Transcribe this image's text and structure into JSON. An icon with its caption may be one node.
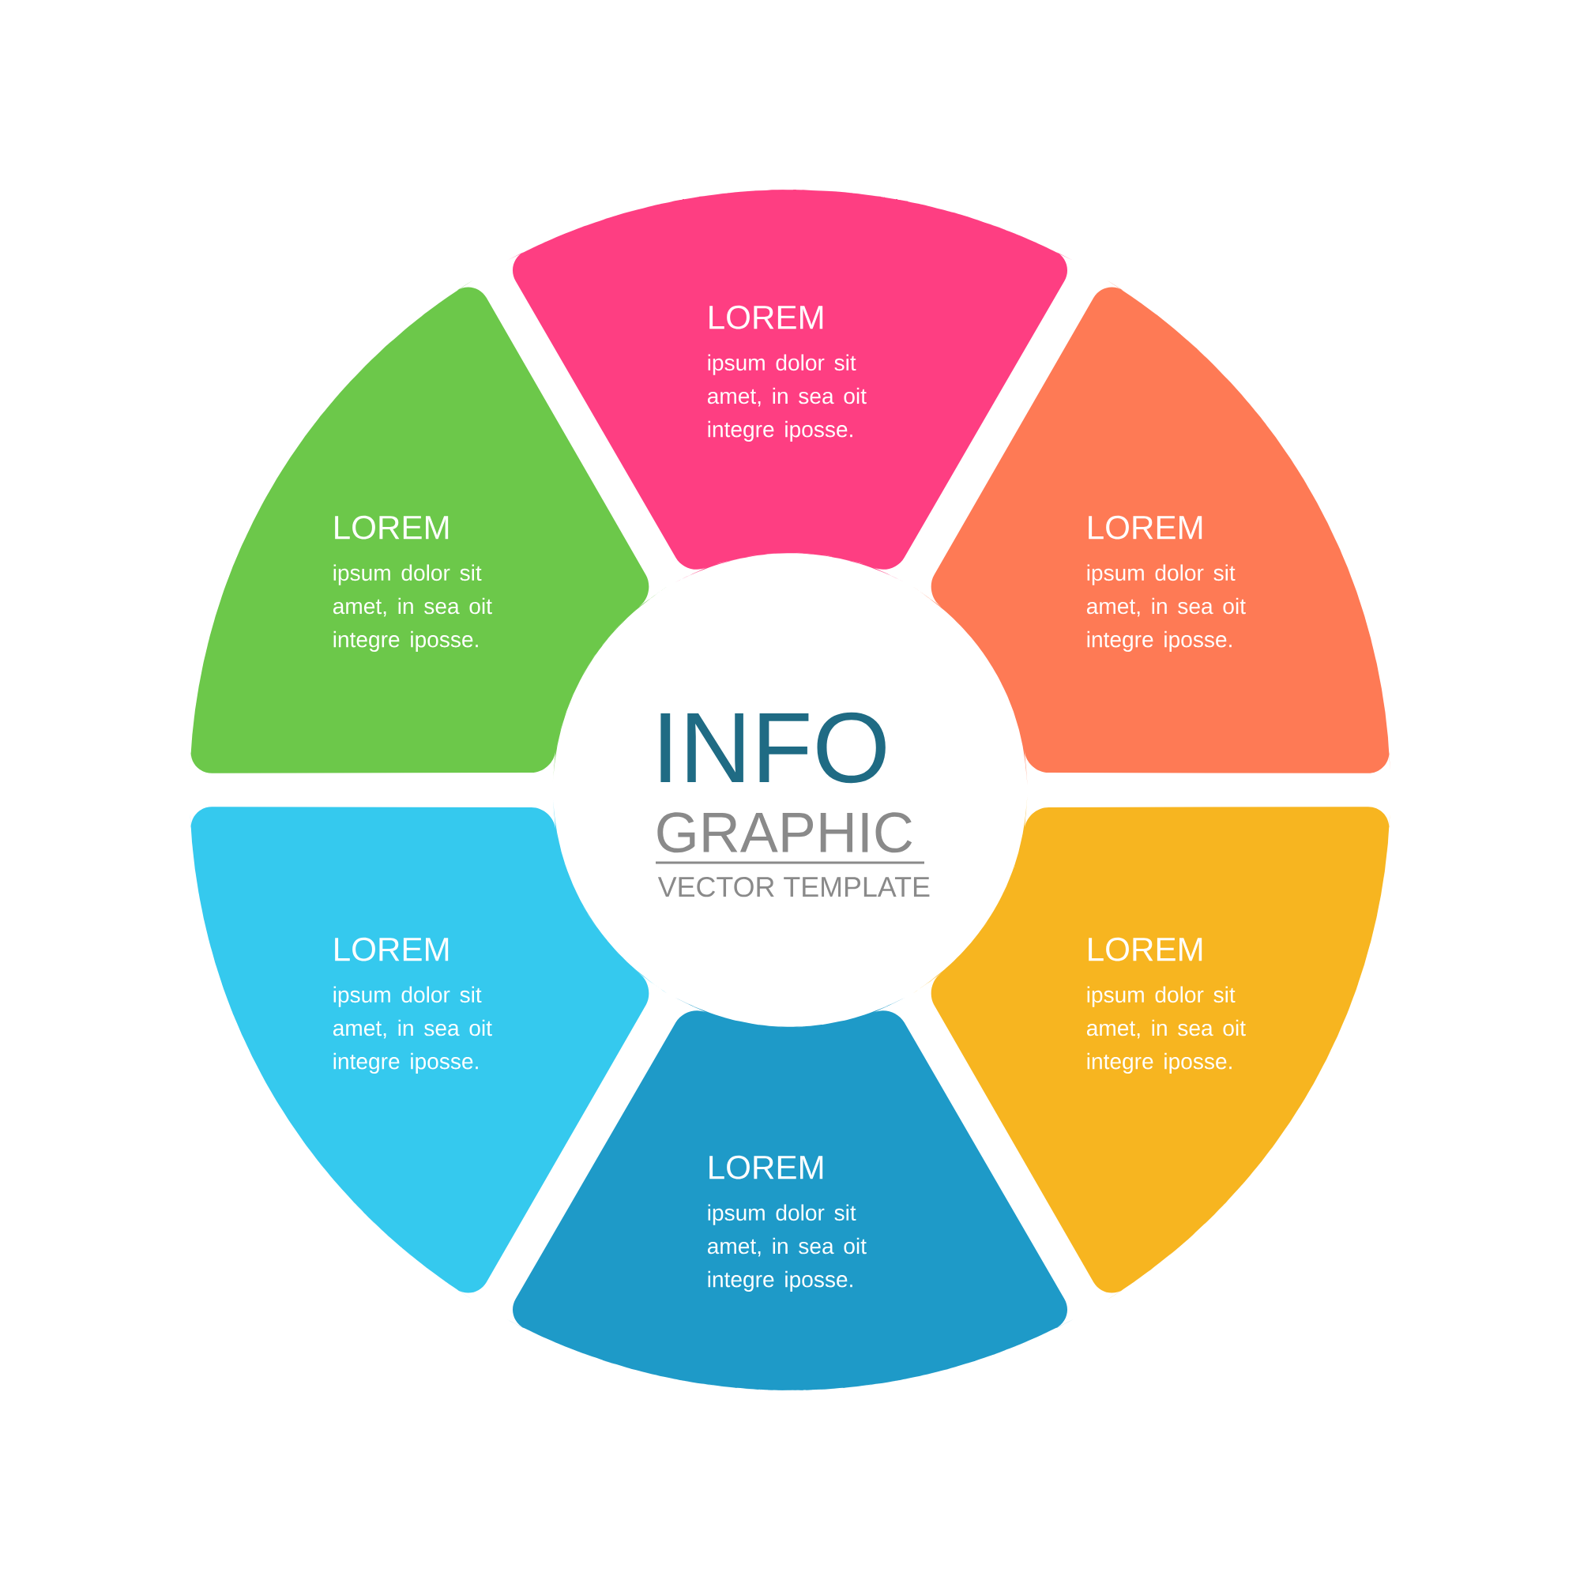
{
  "diagram": {
    "nodes": [
      {
        "text": [
          "LOREM",
          "ipsum dolor sit amet, in sea oit integre iposse."
        ]
      },
      {
        "text": [
          "LOREM",
          "ipsum dolor sit amet, in sea oit integre iposse."
        ]
      },
      {
        "text": [
          "LOREM",
          "ipsum dolor sit amet, in sea oit integre iposse."
        ]
      },
      {
        "text": [
          "LOREM",
          "ipsum dolor sit amet, in sea oit integre iposse."
        ]
      },
      {
        "text": [
          "LOREM",
          "ipsum dolor sit amet, in sea oit integre iposse."
        ]
      },
      {
        "text": [
          "LOREM",
          "ipsum dolor sit amet, in sea oit integre iposse."
        ]
      }
    ],
    "labels": [
      "INFO",
      "GRAPHIC",
      "VECTOR TEMPLATE"
    ]
  }
}
